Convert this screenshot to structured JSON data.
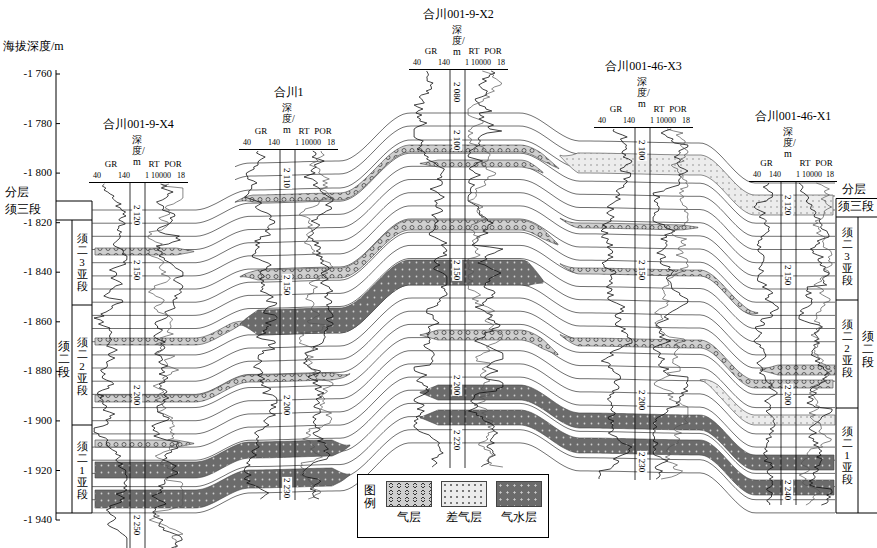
{
  "diagram": {
    "labels": [
      "海拔深度/m",
      "-1 760",
      "-1 780",
      "-1 800",
      "-1 820",
      "-1 840",
      "-1 860",
      "-1 880",
      "-1 900",
      "-1 920",
      "-1 940",
      "合川001-9-X4",
      "深度/m",
      "GR",
      "40",
      "140",
      "RT",
      "POR",
      "1",
      "10000",
      "18",
      "2 120",
      "2 150",
      "2 200",
      "2 250",
      "合川1",
      "深度/m",
      "GR",
      "40",
      "140",
      "RT",
      "POR",
      "1",
      "10000",
      "18",
      "2 110",
      "2 150",
      "2 200",
      "2 230",
      "合川001-9-X2",
      "深度/m",
      "GR",
      "40",
      "140",
      "RT",
      "POR",
      "1",
      "10000",
      "18",
      "2 080",
      "2 100",
      "2 150",
      "2 200",
      "2 220",
      "合川001-46-X3",
      "深度/m",
      "GR",
      "40",
      "140",
      "RT",
      "POR",
      "1",
      "10000",
      "18",
      "2 100",
      "2 150",
      "2 200",
      "2 230",
      "合川001-46-X1",
      "深度/m",
      "GR",
      "40",
      "140",
      "RT",
      "POR",
      "1",
      "10000",
      "18",
      "2 120",
      "2 150",
      "2 200",
      "2 240",
      "分层",
      "须三段",
      "须二段",
      "须二3亚段",
      "须二2亚段",
      "须二1亚段",
      "分层",
      "须三段",
      "须二3亚段",
      "须二段",
      "须二2亚段",
      "须二1亚段",
      "图例"
    ],
    "legend": [
      {
        "text": "气层",
        "color": "#cfcfcf"
      },
      {
        "text": "差气层",
        "color": "#ececec"
      },
      {
        "text": "气水层",
        "color": "#6b6b6b"
      }
    ]
  }
}
